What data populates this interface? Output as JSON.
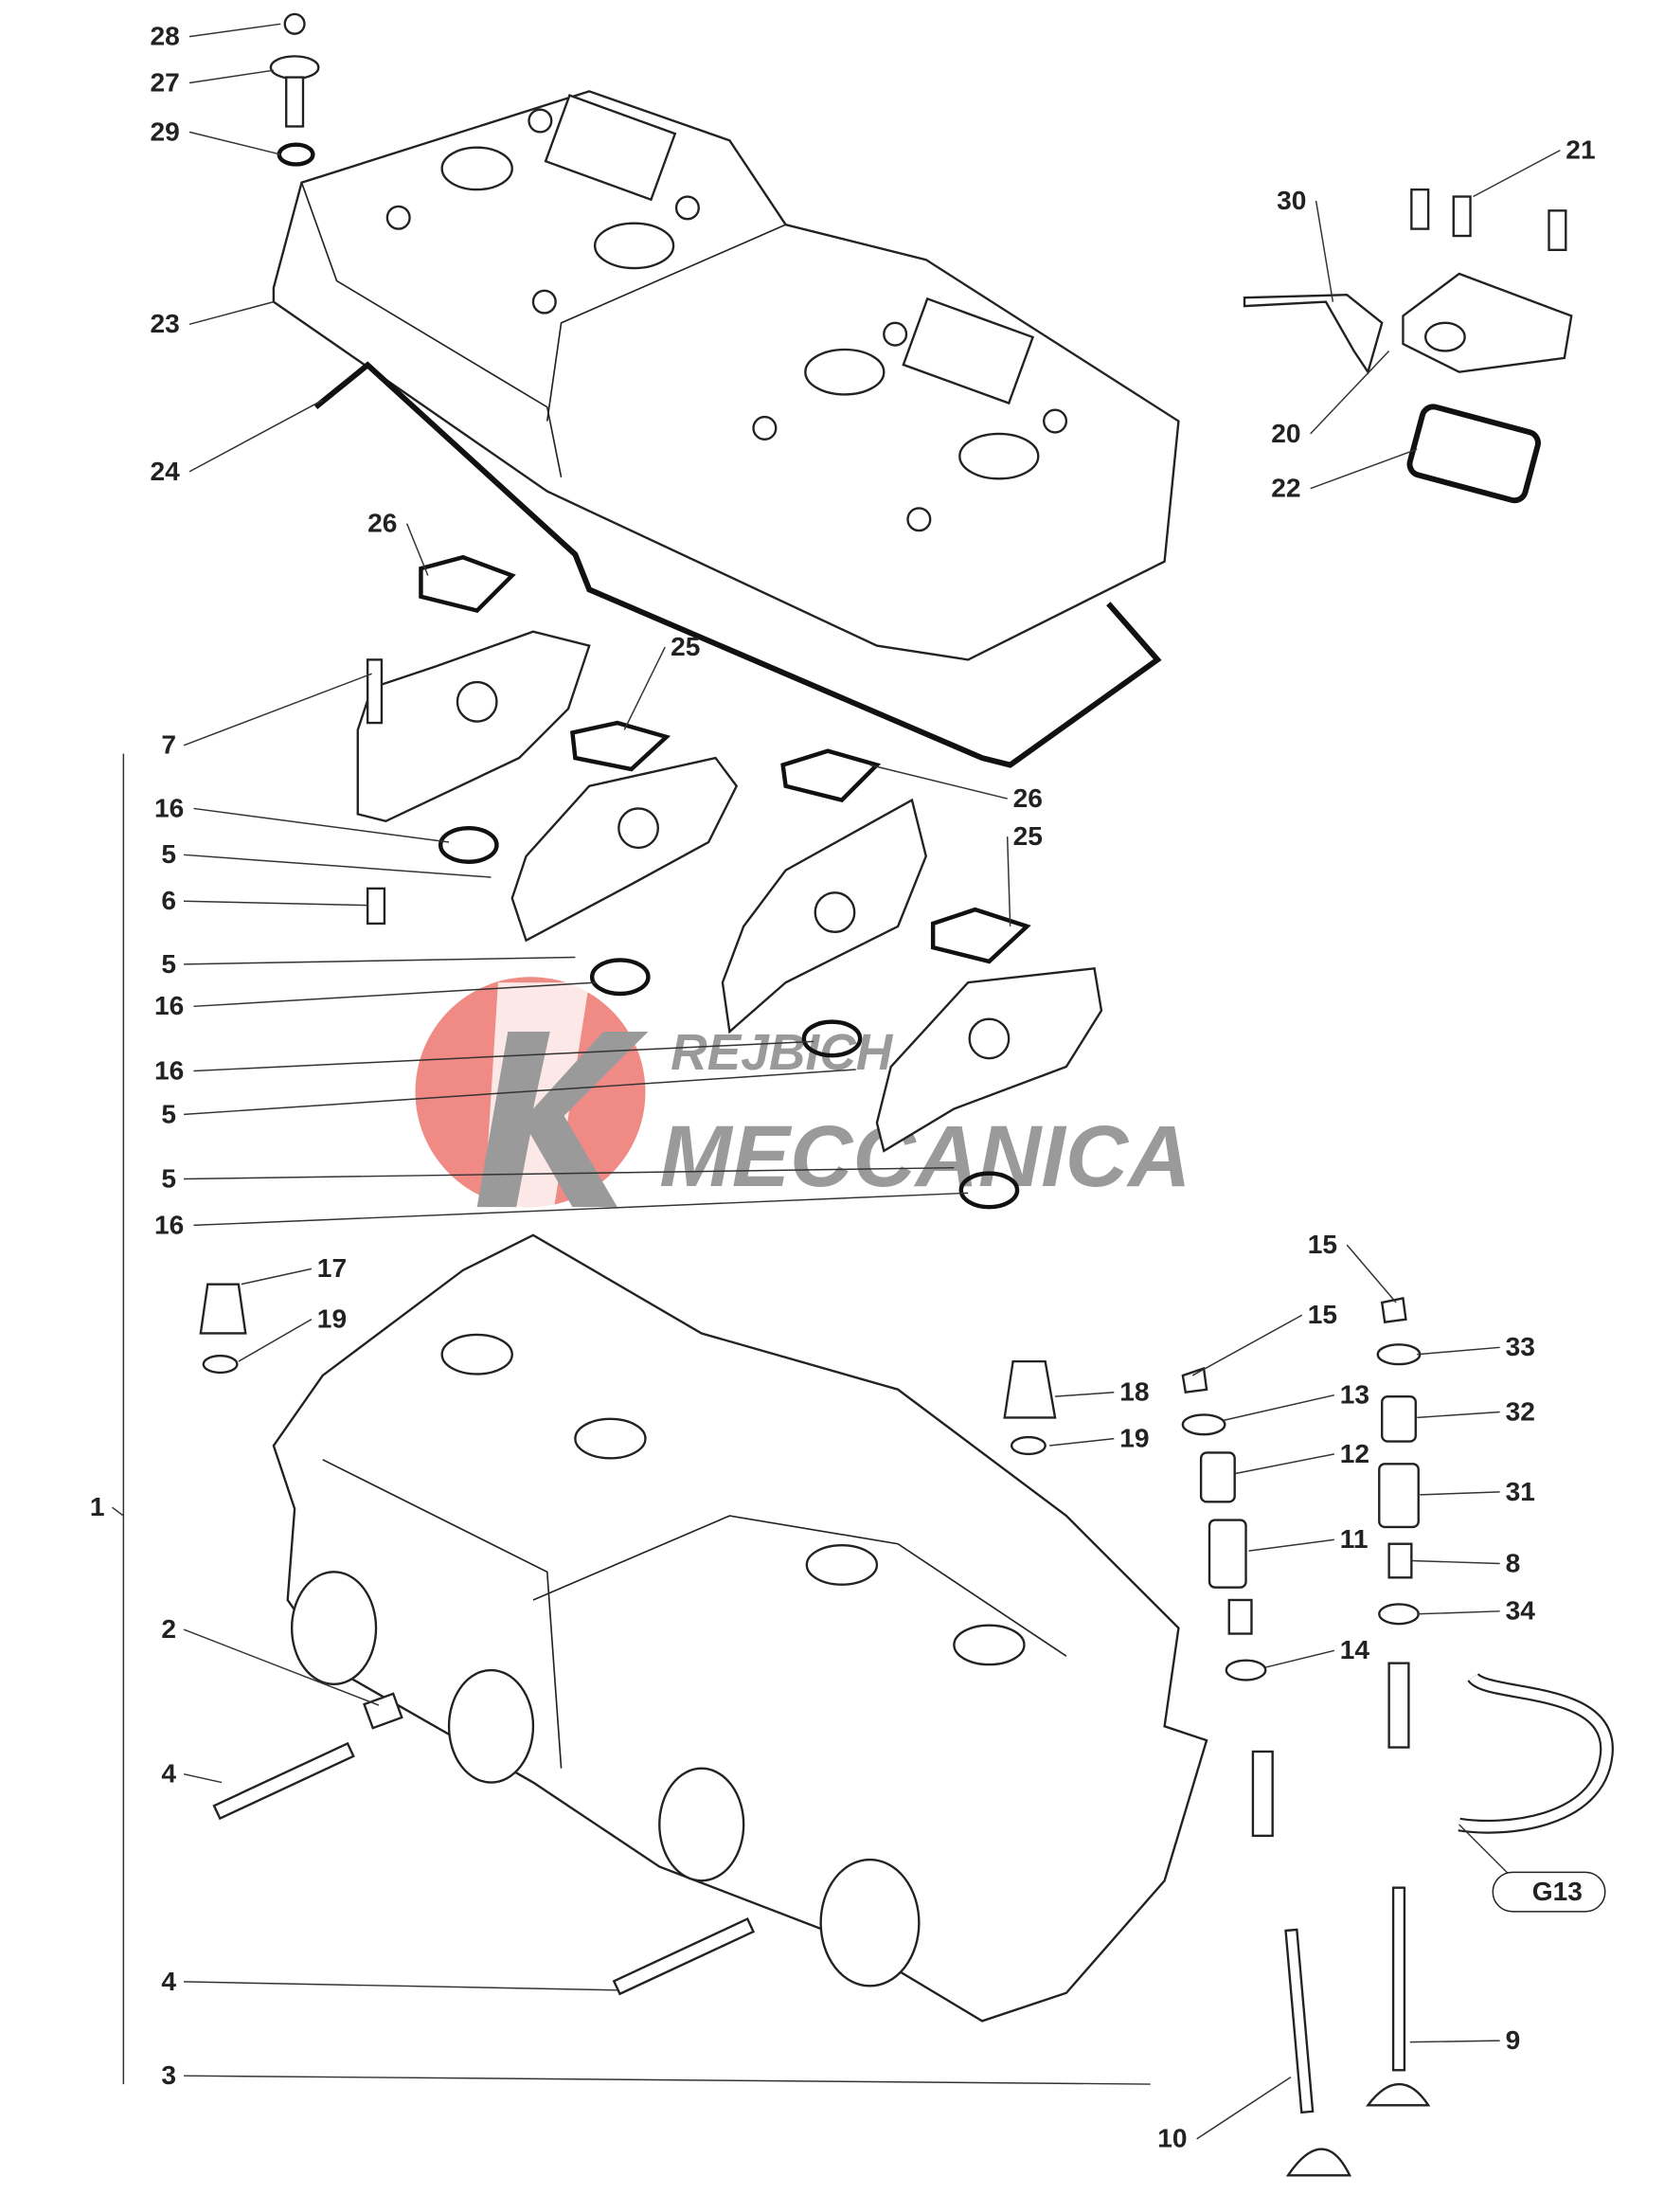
{
  "diagram": {
    "title": "Cylinder head exploded view",
    "watermark": {
      "line1": "REJBICH",
      "line2": "MECCANICA",
      "letter": "K",
      "brand_color": "#e8403a"
    },
    "callouts": [
      "28",
      "27",
      "29",
      "23",
      "24",
      "26",
      "25",
      "7",
      "16",
      "5",
      "6",
      "5",
      "16",
      "16",
      "5",
      "5",
      "16",
      "17",
      "19",
      "18",
      "19",
      "1",
      "2",
      "4",
      "4",
      "3",
      "26",
      "25",
      "30",
      "21",
      "20",
      "22",
      "15",
      "15",
      "33",
      "13",
      "32",
      "12",
      "31",
      "11",
      "8",
      "34",
      "14",
      "G13",
      "9",
      "10"
    ]
  }
}
